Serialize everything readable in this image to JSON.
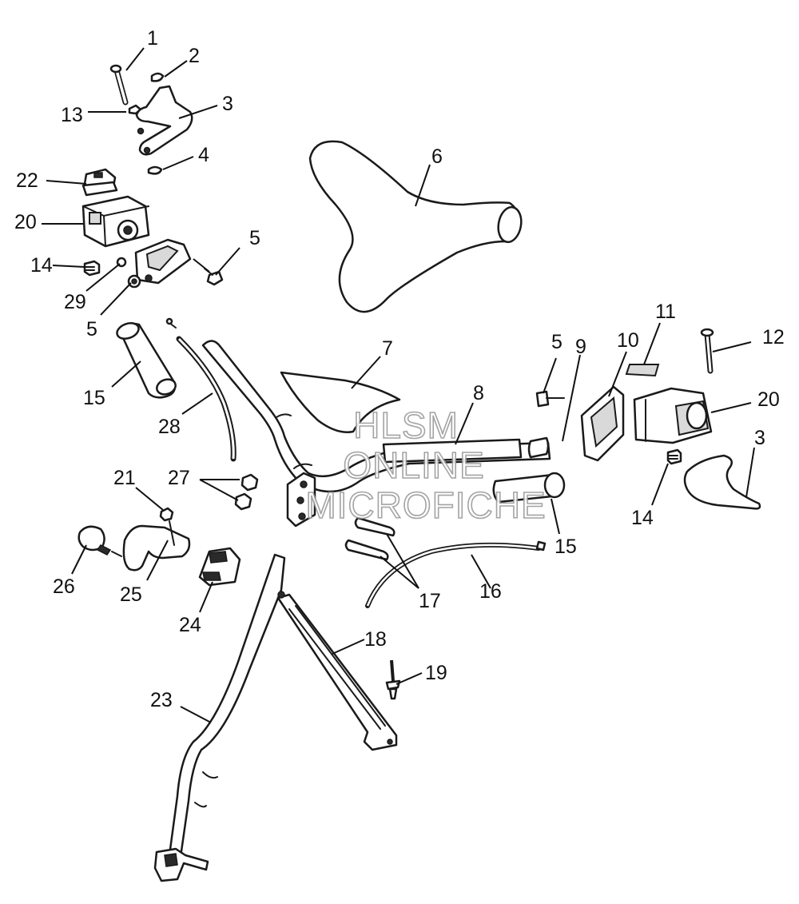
{
  "watermark": [
    "HLSM",
    "ONLINE",
    "MICROFICHE"
  ],
  "callouts": {
    "c1": "1",
    "c2": "2",
    "c3a": "3",
    "c3b": "3",
    "c4": "4",
    "c5a": "5",
    "c5b": "5",
    "c5c": "5",
    "c6": "6",
    "c7": "7",
    "c8": "8",
    "c9": "9",
    "c10": "10",
    "c11": "11",
    "c12": "12",
    "c13": "13",
    "c14a": "14",
    "c14b": "14",
    "c15a": "15",
    "c15b": "15",
    "c16": "16",
    "c17": "17",
    "c18": "18",
    "c19": "19",
    "c20a": "20",
    "c20b": "20",
    "c21": "21",
    "c22": "22",
    "c23": "23",
    "c24": "24",
    "c25": "25",
    "c26": "26",
    "c27": "27",
    "c28": "28",
    "c29": "29"
  }
}
